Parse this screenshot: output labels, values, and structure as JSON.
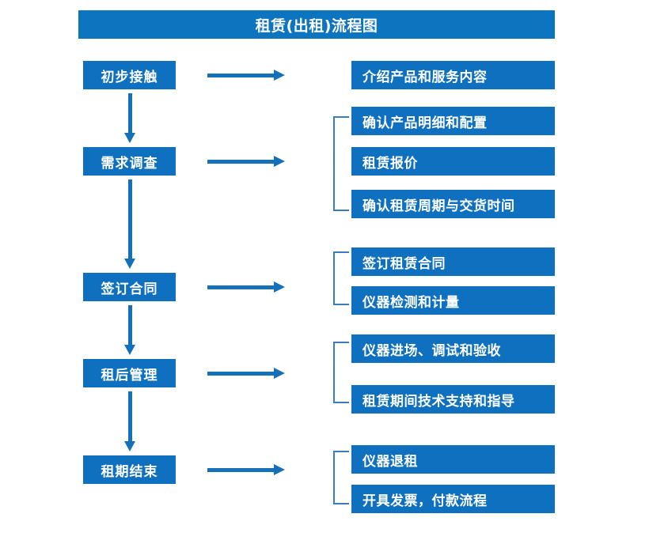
{
  "title": "租赁(出租)流程图",
  "colors": {
    "title_bar_blue": "#0D74BF",
    "box_blue": "#0E70BE",
    "arrow_blue": "#1570B8",
    "bracket_blue": "#3A7CBF",
    "text_white": "#FFFFFF",
    "background": "#FFFFFF"
  },
  "stages": [
    {
      "label": "初步接触"
    },
    {
      "label": "需求调查"
    },
    {
      "label": "签订合同"
    },
    {
      "label": "租后管理"
    },
    {
      "label": "租期结束"
    }
  ],
  "details": [
    {
      "label": "介绍产品和服务内容"
    },
    {
      "label": "确认产品明细和配置"
    },
    {
      "label": "租赁报价"
    },
    {
      "label": "确认租赁周期与交货时间"
    },
    {
      "label": "签订租赁合同"
    },
    {
      "label": "仪器检测和计量"
    },
    {
      "label": "仪器进场、调试和验收"
    },
    {
      "label": "租赁期间技术支持和指导"
    },
    {
      "label": "仪器退租"
    },
    {
      "label": "开具发票，付款流程"
    }
  ],
  "groups": [
    {
      "stage": "初步接触",
      "details": [
        "介绍产品和服务内容"
      ]
    },
    {
      "stage": "需求调查",
      "details": [
        "确认产品明细和配置",
        "租赁报价",
        "确认租赁周期与交货时间"
      ]
    },
    {
      "stage": "签订合同",
      "details": [
        "签订租赁合同",
        "仪器检测和计量"
      ]
    },
    {
      "stage": "租后管理",
      "details": [
        "仪器进场、调试和验收",
        "租赁期间技术支持和指导"
      ]
    },
    {
      "stage": "租期结束",
      "details": [
        "仪器退租",
        "开具发票，付款流程"
      ]
    }
  ]
}
